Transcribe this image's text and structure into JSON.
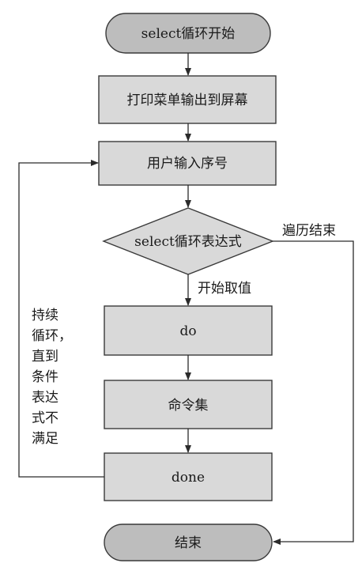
{
  "nodes": {
    "start": "select循环开始",
    "print_menu": "打印菜单输出到屏幕",
    "user_input": "用户输入序号",
    "condition": "select循环表达式",
    "do": "do",
    "commands": "命令集",
    "done": "done",
    "end": "结束"
  },
  "edges": {
    "traverse_end": "遍历结束",
    "start_value": "开始取值",
    "loop_note": [
      "持续",
      "循环，",
      "直到",
      "条件",
      "表达",
      "式不",
      "满足"
    ]
  }
}
